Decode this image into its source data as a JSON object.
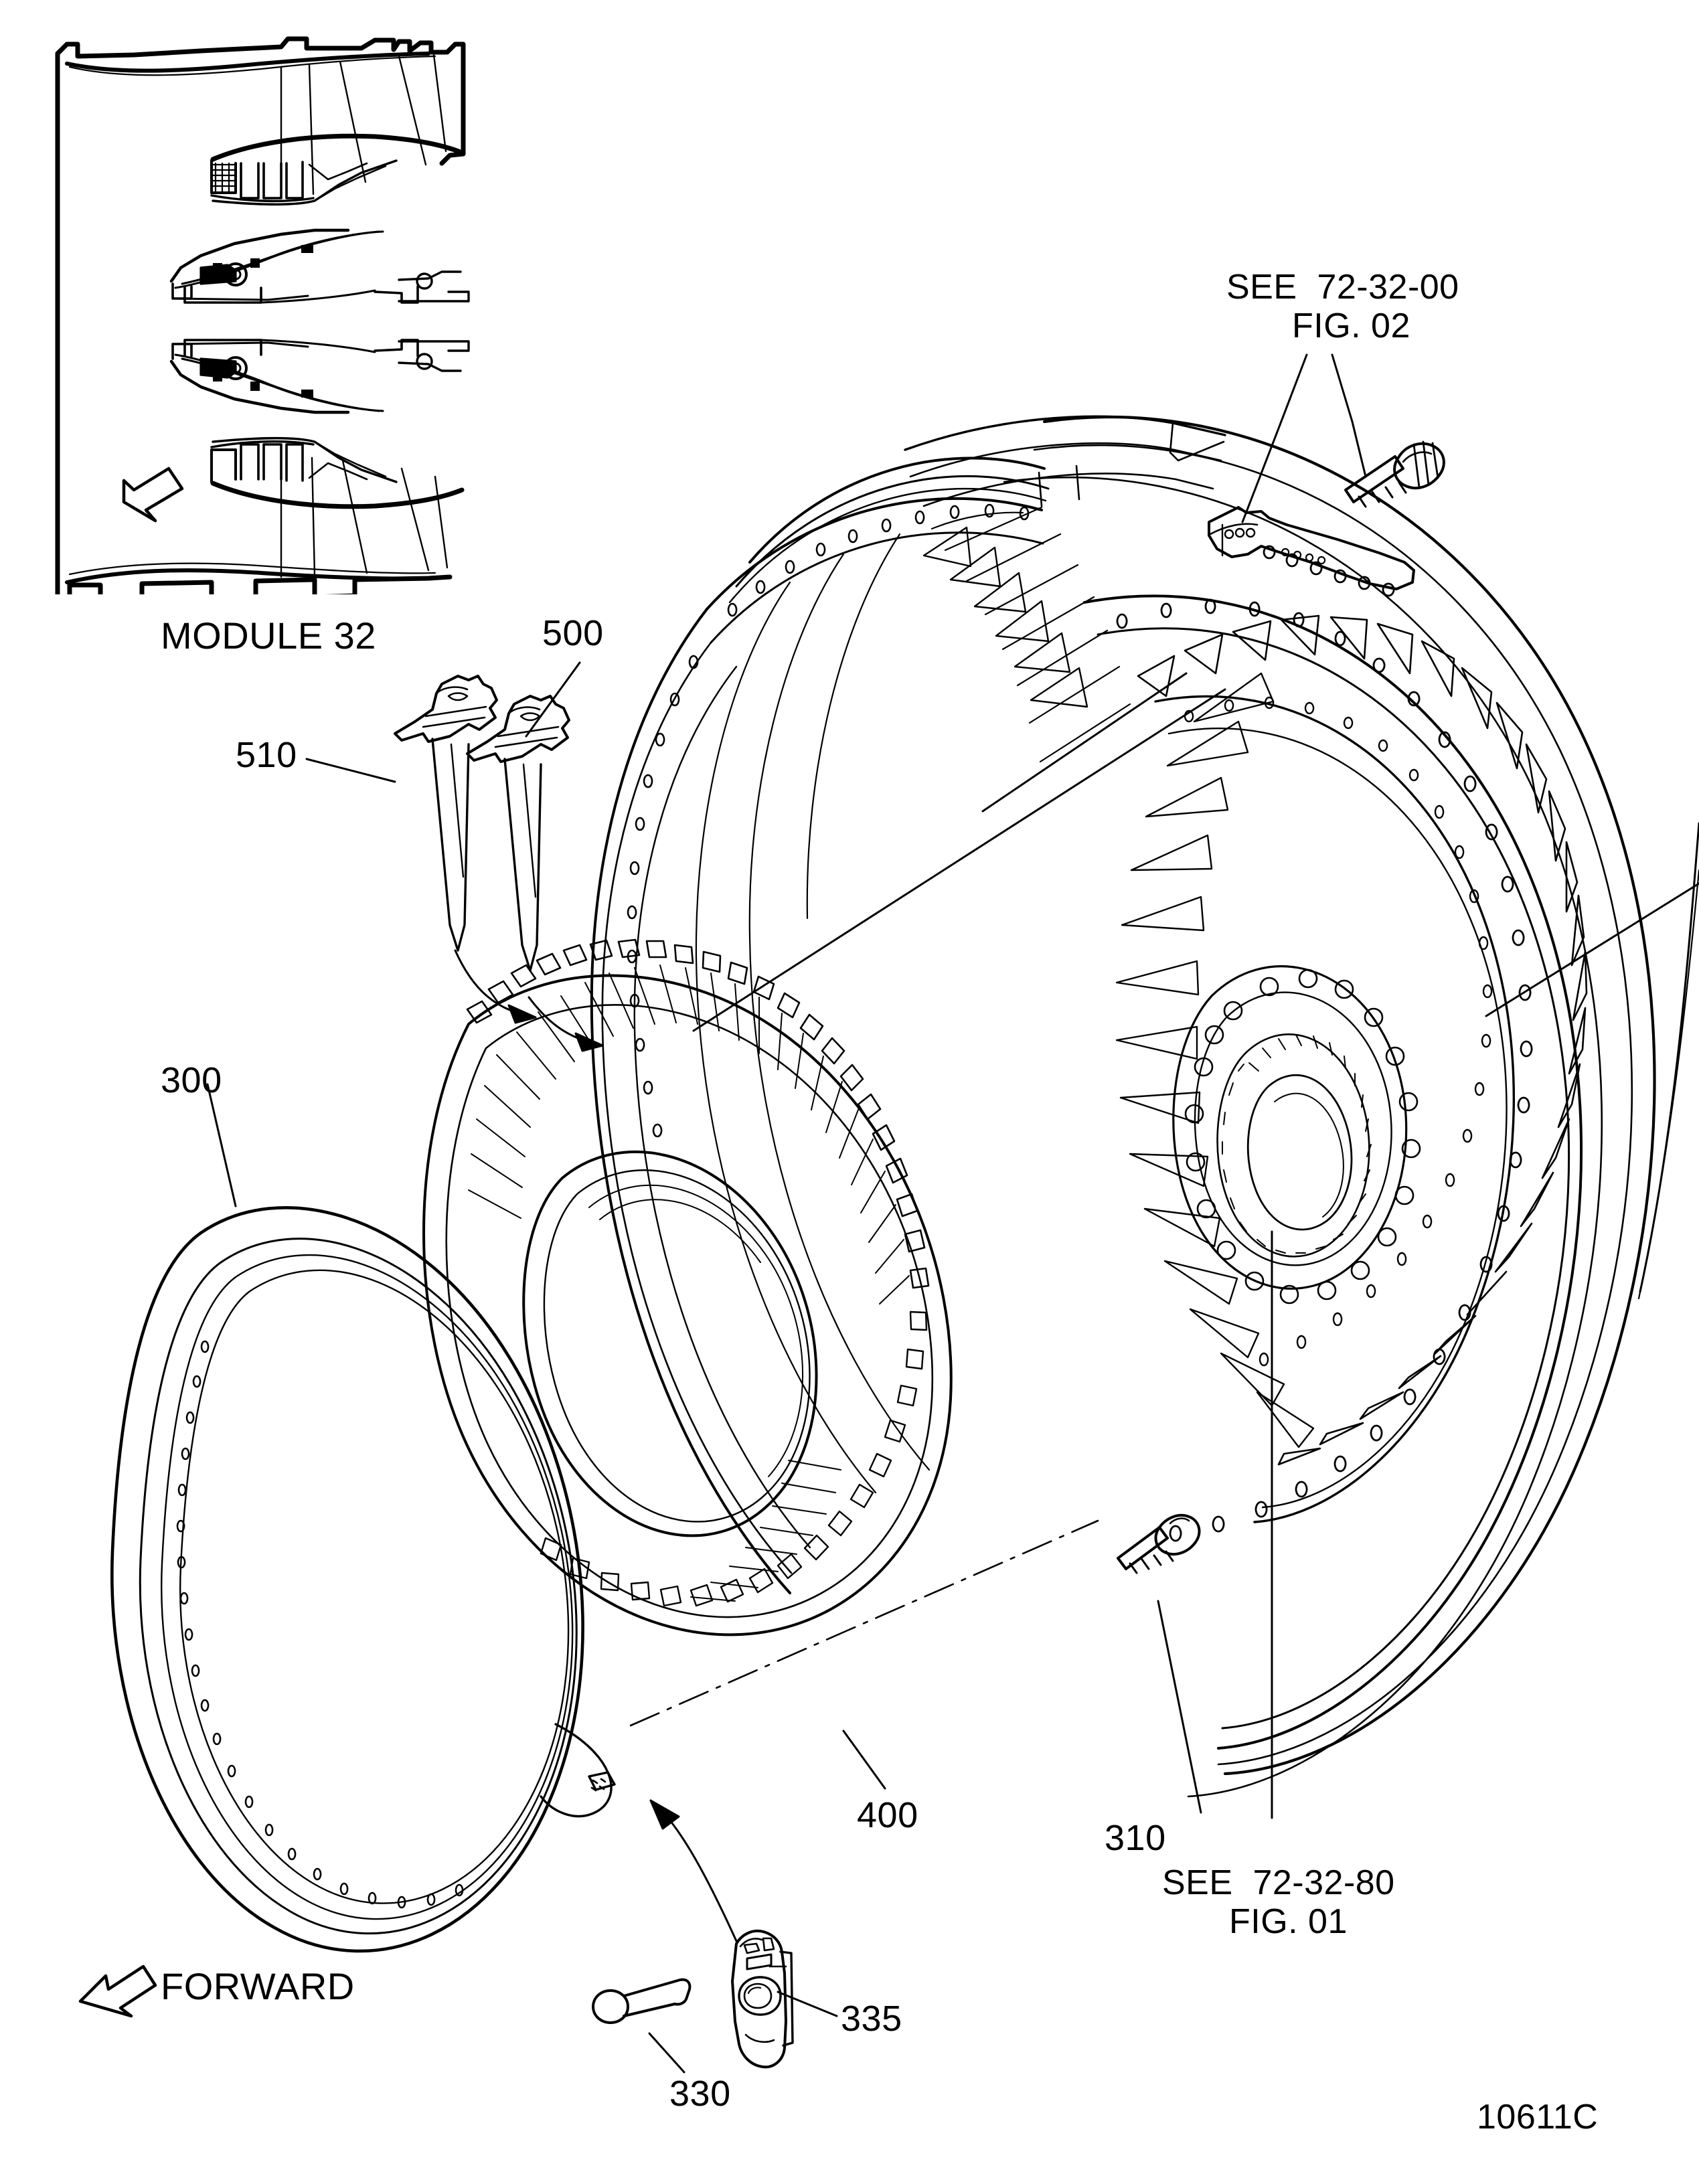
{
  "figure": {
    "module_label": "MODULE 32",
    "figure_code": "10611C",
    "orientation_label": "FORWARD",
    "references": [
      {
        "id": "ref-7232-00",
        "line1": "SEE  72-32-00",
        "line2": "FIG. 02"
      },
      {
        "id": "ref-7232-80",
        "line1": "SEE  72-32-80",
        "line2": "FIG. 01"
      }
    ],
    "callouts": [
      {
        "id": "callout-500",
        "number": "500",
        "part": "retainer-key-upper"
      },
      {
        "id": "callout-510",
        "number": "510",
        "part": "retainer-key-lower"
      },
      {
        "id": "callout-300",
        "number": "300",
        "part": "outer-flanged-ring"
      },
      {
        "id": "callout-400",
        "number": "400",
        "part": "bladed-seal-ring"
      },
      {
        "id": "callout-310",
        "number": "310",
        "part": "bolt"
      },
      {
        "id": "callout-330",
        "number": "330",
        "part": "pin"
      },
      {
        "id": "callout-335",
        "number": "335",
        "part": "bracket-clip"
      }
    ],
    "inset": {
      "name": "module-cross-section-inset",
      "description": "engine cross-section with arrow indicating module location"
    },
    "line_color": "#000000",
    "background_color": "#ffffff"
  }
}
